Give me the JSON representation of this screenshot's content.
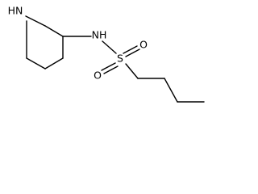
{
  "molecule": {
    "atoms": {
      "ring_nitrogen": "HN",
      "amide_nitrogen": "NH",
      "sulfur": "S",
      "oxygen_top": "O",
      "oxygen_bottom": "O"
    },
    "colors": {
      "bond": "#000000",
      "label": "#000000",
      "background": "#ffffff"
    }
  }
}
